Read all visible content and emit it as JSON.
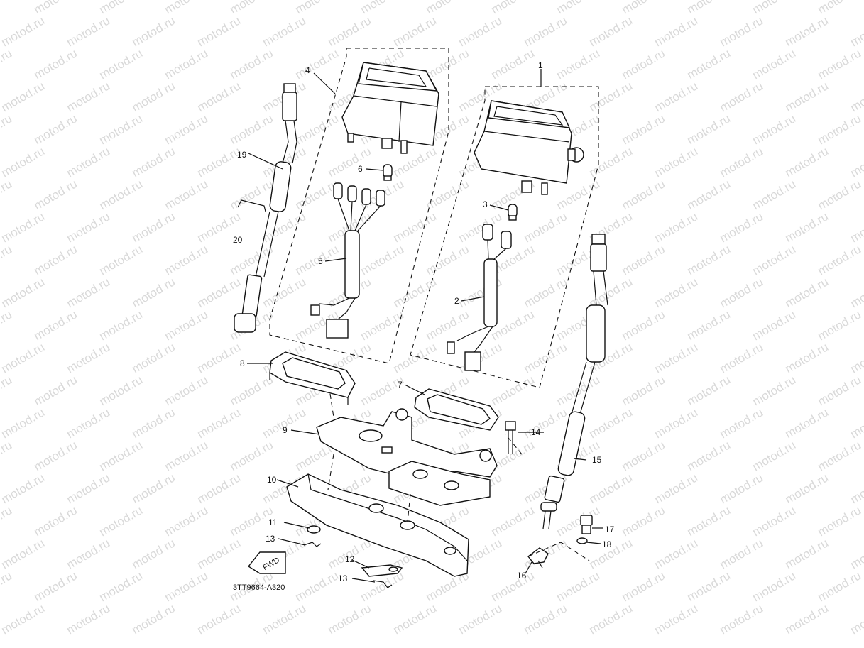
{
  "diagram": {
    "watermark": "motod.ru",
    "code": "3TT9664-A320",
    "fwd_label": "FWD",
    "callouts": {
      "c1": "1",
      "c2": "2",
      "c3": "3",
      "c4": "4",
      "c5": "5",
      "c6": "6",
      "c7": "7",
      "c8": "8",
      "c9": "9",
      "c10": "10",
      "c11": "11",
      "c12": "12",
      "c13a": "13",
      "c13b": "13",
      "c14": "14",
      "c15": "15",
      "c16": "16",
      "c17": "17",
      "c18": "18",
      "c19": "19",
      "c20": "20"
    }
  }
}
